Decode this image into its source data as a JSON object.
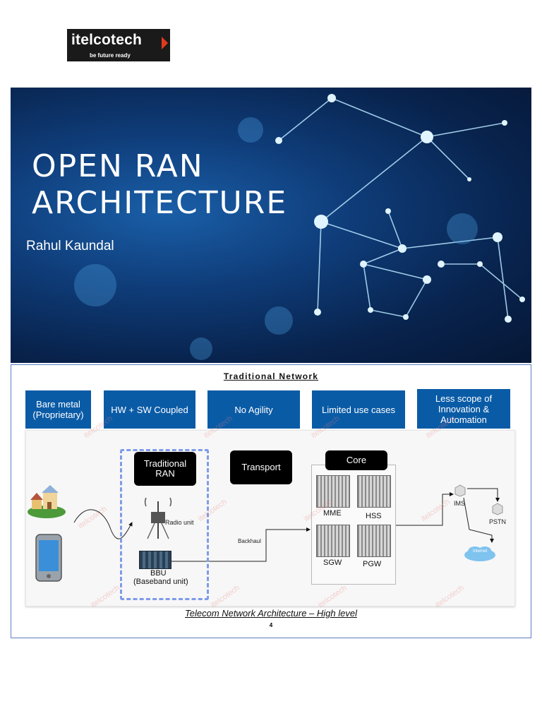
{
  "logo": {
    "brand": "itelcotech",
    "tagline": "be future ready"
  },
  "cover": {
    "title_line1": "OPEN RAN",
    "title_line2": "ARCHITECTURE",
    "author": "Rahul Kaundal"
  },
  "slide": {
    "title": "Traditional Network",
    "boxes": [
      "Bare metal (Proprietary)",
      "HW + SW Coupled",
      "No Agility",
      "Limited use cases",
      "Less scope of Innovation & Automation"
    ],
    "diagram": {
      "traditional_ran": "Traditional RAN",
      "transport": "Transport",
      "core": "Core",
      "radio_unit": "Radio unit",
      "bbu": "BBU",
      "bbu_full": "(Baseband unit)",
      "backhaul": "Backhaul",
      "mme": "MME",
      "hss": "HSS",
      "sgw": "SGW",
      "pgw": "PGW",
      "ims": "IMS",
      "pstn": "PSTN",
      "internet": "Internet"
    },
    "watermark": "itelcotech",
    "caption": "Telecom Network Architecture – High level",
    "page_number": "4"
  },
  "colors": {
    "box_blue": "#0a5ba6",
    "cover_dark": "#08234d",
    "dashed": "#7f9be8",
    "logo_arrow": "#e03a1e"
  }
}
